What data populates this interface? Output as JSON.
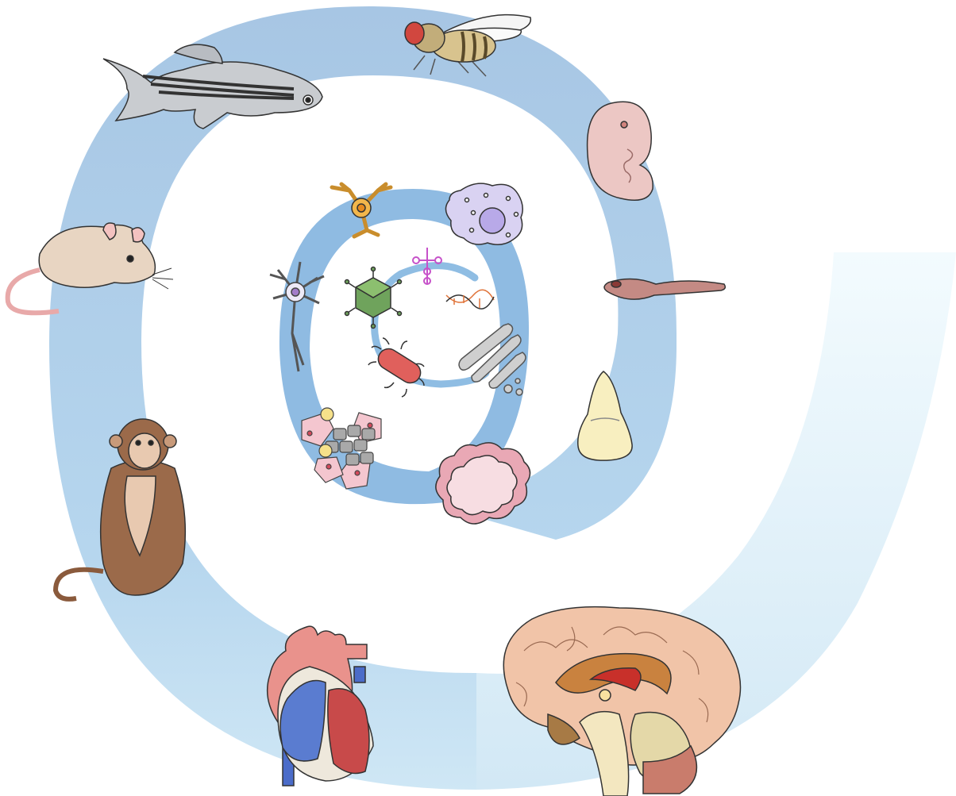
{
  "figure": {
    "kind": "spiral of biological model systems, from molecules at the center outward to organisms and human organs",
    "spiral_colors": {
      "outer_band": "#a9c8e6",
      "tail_fade": "#e9f6fc",
      "inner_band": "#8ab6df",
      "core_arc": "#8fbde3"
    }
  },
  "items": [
    {
      "name": "rna-icon",
      "ring": "core",
      "color": "#c651c9"
    },
    {
      "name": "dna-icon",
      "ring": "core",
      "color": "#e0743a"
    },
    {
      "name": "virus-icon",
      "ring": "core",
      "color": "#6fa35c"
    },
    {
      "name": "bacterium-icon",
      "ring": "core",
      "color": "#e0605c"
    },
    {
      "name": "organelle-icon",
      "ring": "core",
      "color": "#c9c9c9"
    },
    {
      "name": "astrocyte-icon",
      "ring": "cells",
      "color": "#f0c16a"
    },
    {
      "name": "amoeba-cell-icon",
      "ring": "cells",
      "color": "#d9d2f2"
    },
    {
      "name": "neuron-icon",
      "ring": "cells",
      "color": "#f2f0fa"
    },
    {
      "name": "tissue-culture-icon",
      "ring": "cells",
      "color": "#f4c6cf"
    },
    {
      "name": "organoid-icon",
      "ring": "cells",
      "color": "#f7dde2"
    },
    {
      "name": "tooth-icon",
      "ring": "organisms",
      "color": "#f8efc0"
    },
    {
      "name": "planarian-icon",
      "ring": "organisms",
      "color": "#c48a84"
    },
    {
      "name": "embryo-icon",
      "ring": "organisms",
      "color": "#ecc7c4"
    },
    {
      "name": "fruit-fly-icon",
      "ring": "organisms",
      "color": "#d8c38e"
    },
    {
      "name": "zebrafish-icon",
      "ring": "organisms",
      "color": "#c9ccd0"
    },
    {
      "name": "mouse-icon",
      "ring": "organisms",
      "color": "#e8d5c2"
    },
    {
      "name": "monkey-icon",
      "ring": "organisms",
      "color": "#9b6a4a"
    },
    {
      "name": "heart-icon",
      "ring": "organs",
      "color": "#d85a5a"
    },
    {
      "name": "brain-icon",
      "ring": "organs",
      "color": "#f1c4a8"
    }
  ]
}
